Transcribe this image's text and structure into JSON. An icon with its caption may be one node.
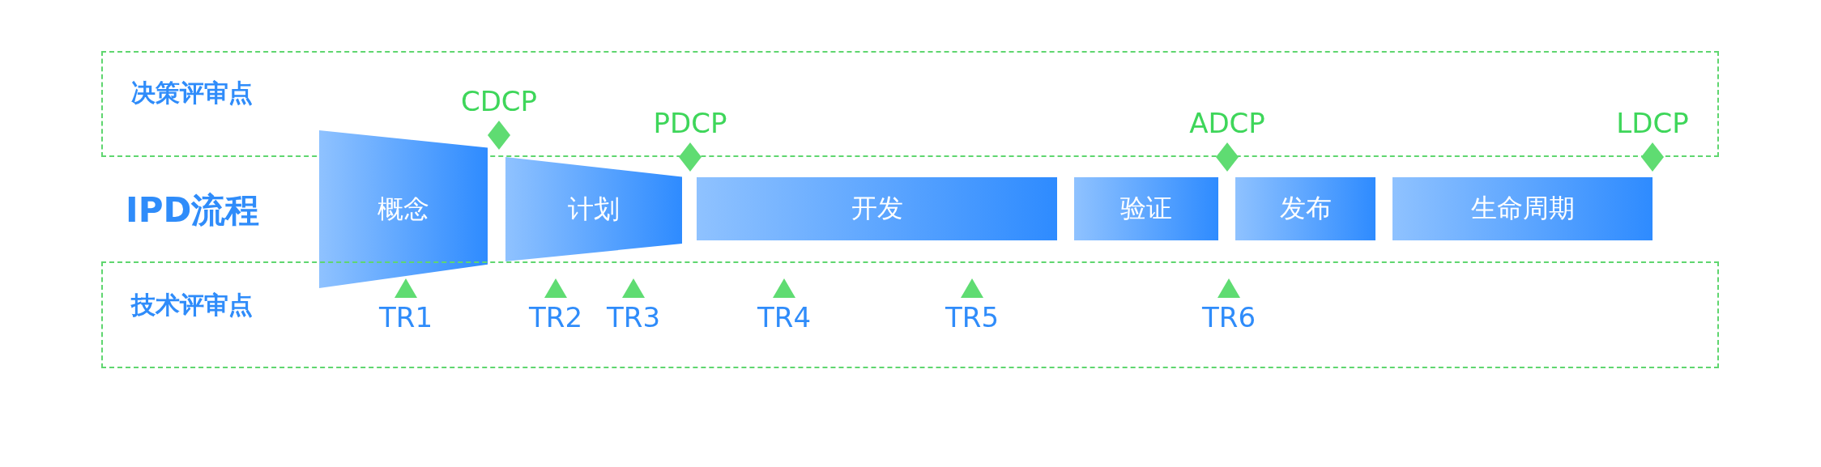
{
  "diagram": {
    "nodes": [
      {
        "text": [
          "决策评审点"
        ]
      },
      {
        "text": [
          "CDCP"
        ],
        "in": 0
      },
      {
        "text": [
          "PDCP"
        ]
      },
      {
        "text": [
          "ADCP"
        ]
      },
      {
        "text": [
          "LDCP"
        ]
      },
      {
        "text": [
          "概念"
        ]
      },
      {
        "text": [
          "计划"
        ]
      },
      {
        "text": [
          "开发"
        ]
      },
      {
        "text": [
          "验证"
        ]
      },
      {
        "text": [
          "发布"
        ]
      },
      {
        "text": [
          "生命周期"
        ]
      },
      {
        "text": [
          "技术评审点"
        ]
      },
      {
        "text": [
          "TR1"
        ],
        "in": 11
      },
      {
        "text": [
          "TR2"
        ],
        "in": 11
      },
      {
        "text": [
          "TR3"
        ],
        "in": 11
      },
      {
        "text": [
          "TR4"
        ],
        "in": 11
      },
      {
        "text": [
          "TR5"
        ],
        "in": 11
      },
      {
        "text": [
          "TR6"
        ],
        "in": 11
      }
    ],
    "edges": [],
    "labels": [
      "IPD流程"
    ]
  }
}
